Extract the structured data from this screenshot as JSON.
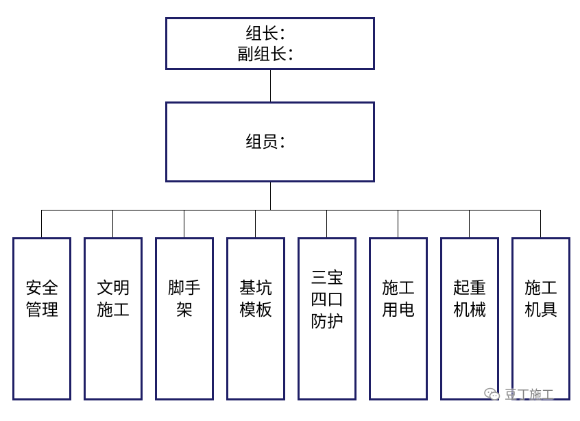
{
  "top_box": {
    "line1": "组长：",
    "line2": "副组长："
  },
  "mid_box": {
    "label": "组员："
  },
  "departments": [
    {
      "line1": "安全",
      "line2": "管理",
      "line3": ""
    },
    {
      "line1": "文明",
      "line2": "施工",
      "line3": ""
    },
    {
      "line1": "脚手",
      "line2": "架",
      "line3": ""
    },
    {
      "line1": "基坑",
      "line2": "模板",
      "line3": ""
    },
    {
      "line1": "三宝",
      "line2": "四口",
      "line3": "防护"
    },
    {
      "line1": "施工",
      "line2": "用电",
      "line3": ""
    },
    {
      "line1": "起重",
      "line2": "机械",
      "line3": ""
    },
    {
      "line1": "施工",
      "line2": "机具",
      "line3": ""
    }
  ],
  "watermark": {
    "text": "豆丁施工",
    "icon": "wechat-icon"
  },
  "colors": {
    "box_border": "#1f1f66",
    "connector": "#000000",
    "watermark": "#7f7f7f"
  }
}
